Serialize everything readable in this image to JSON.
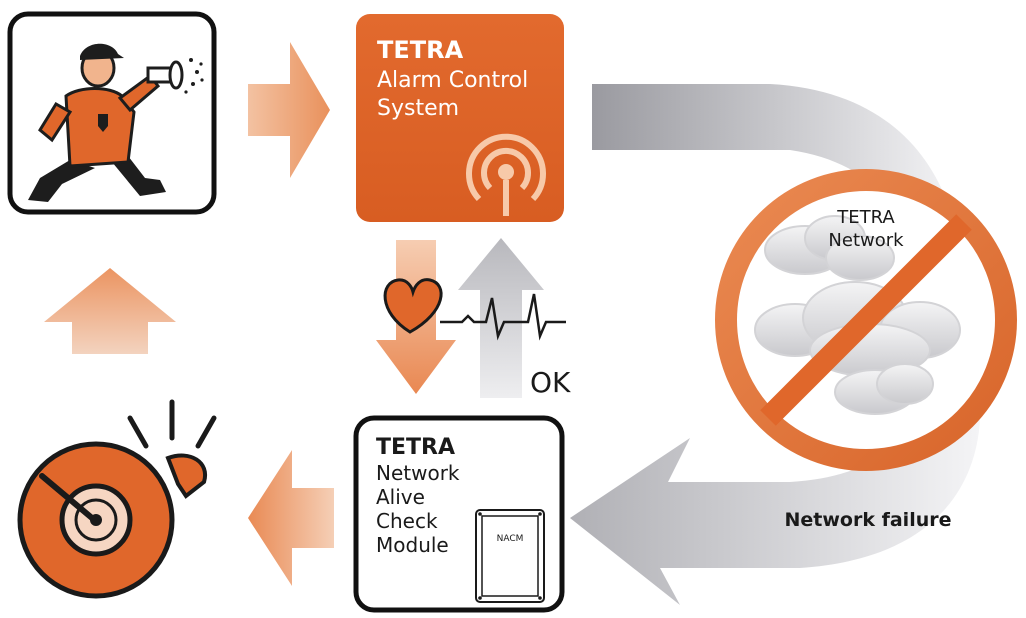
{
  "alarm_box": {
    "brand": "TETRA",
    "line1": "Alarm Control",
    "line2": "System"
  },
  "nacm_box": {
    "brand": "TETRA",
    "lines": [
      "Network",
      "Alive",
      "Check",
      "Module"
    ],
    "device_label": "NACM"
  },
  "heartbeat": {
    "status": "OK"
  },
  "network": {
    "line1": "TETRA",
    "line2": "Network"
  },
  "failure_label": "Network failure",
  "colors": {
    "orange": "#e0672b",
    "light_orange": "#f1b48d",
    "grey_arrow": "#a9a9ae",
    "dark": "#1a1a1a"
  },
  "icons": [
    "guard-with-flashlight-icon",
    "antenna-signal-icon",
    "heart-icon",
    "no-entry-icon",
    "cloud-icon",
    "alarm-bell-icon",
    "nacm-device-icon"
  ]
}
